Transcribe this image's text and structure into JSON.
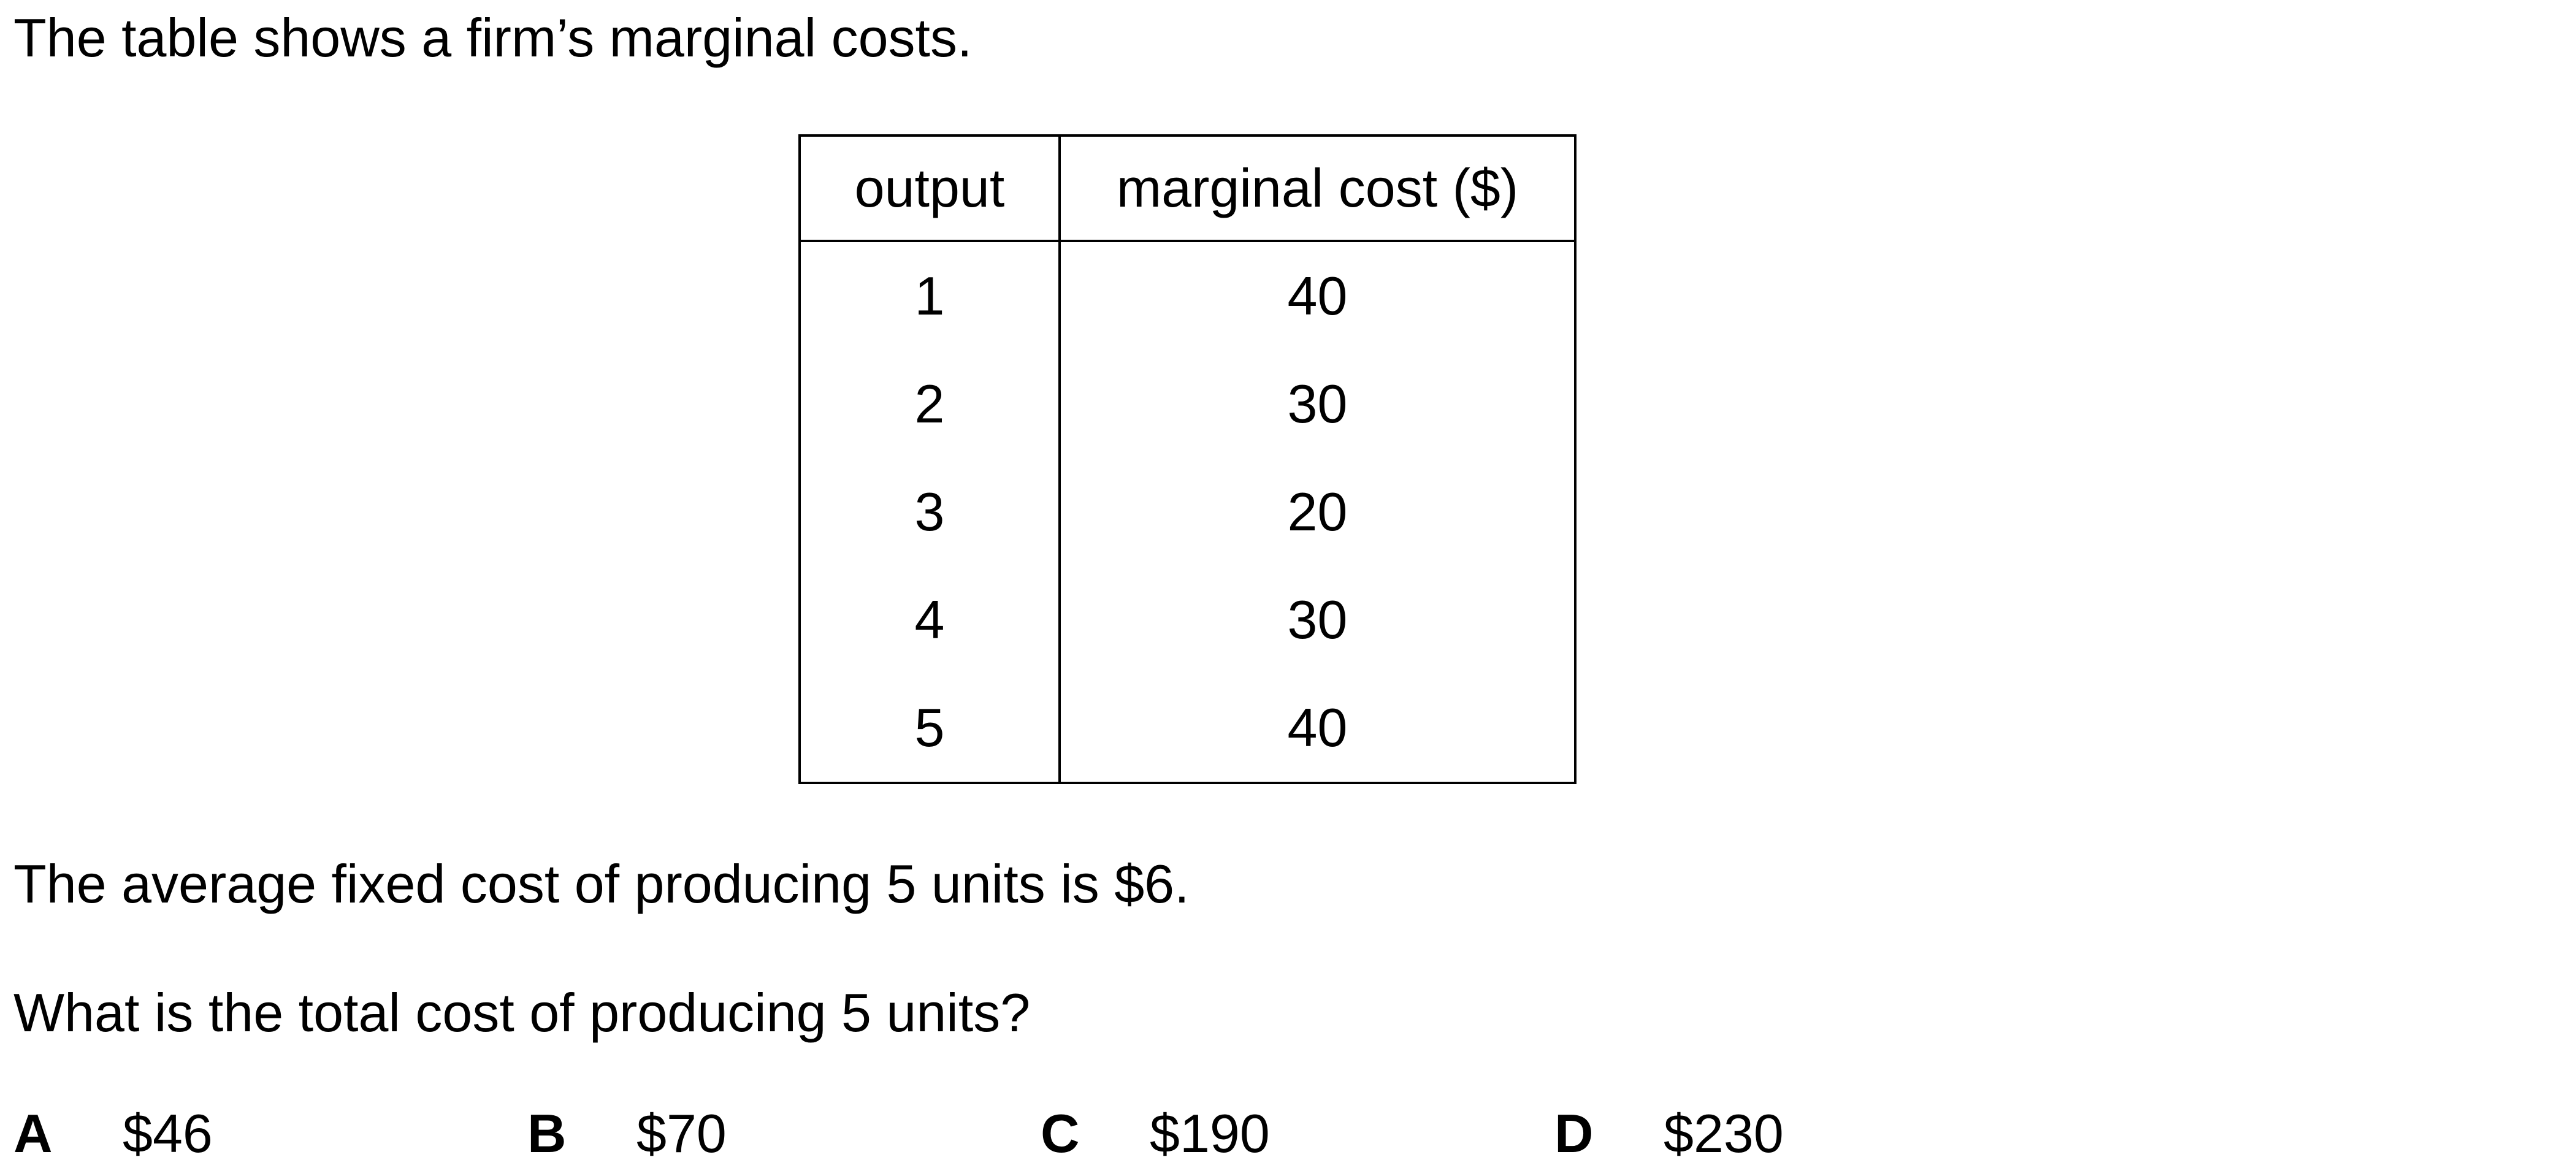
{
  "intro": "The table shows a firm’s marginal costs.",
  "table": {
    "headers": [
      "output",
      "marginal cost ($)"
    ],
    "rows": [
      [
        "1",
        "40"
      ],
      [
        "2",
        "30"
      ],
      [
        "3",
        "20"
      ],
      [
        "4",
        "30"
      ],
      [
        "5",
        "40"
      ]
    ]
  },
  "statement": "The average fixed cost of producing 5 units is $6.",
  "question": "What is the total cost of producing 5 units?",
  "options": [
    {
      "letter": "A",
      "value": "$46"
    },
    {
      "letter": "B",
      "value": "$70"
    },
    {
      "letter": "C",
      "value": "$190"
    },
    {
      "letter": "D",
      "value": "$230"
    }
  ]
}
